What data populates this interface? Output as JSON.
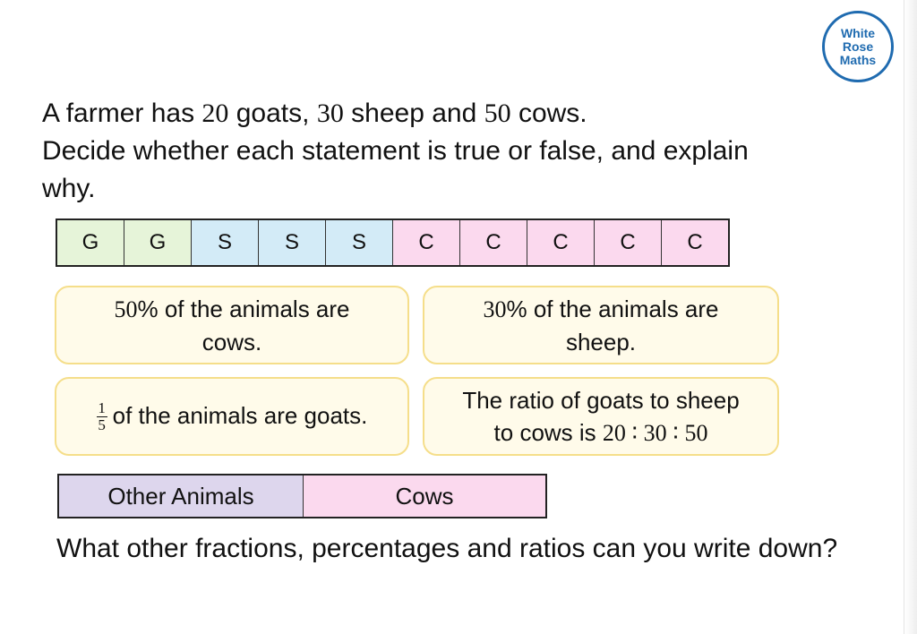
{
  "logo": {
    "line1": "White",
    "line2": "Rose",
    "line3": "Maths"
  },
  "question": {
    "p1": "A farmer has ",
    "goats": "20",
    "p2": " goats, ",
    "sheep": "30",
    "p3": " sheep and ",
    "cows": "50",
    "p4": " cows.",
    "line2": "Decide whether each statement is true or false, and explain why."
  },
  "bar_model": [
    "G",
    "G",
    "S",
    "S",
    "S",
    "C",
    "C",
    "C",
    "C",
    "C"
  ],
  "statements": {
    "s1": {
      "num": "50",
      "text": "% of the animals are cows."
    },
    "s2": {
      "num": "30",
      "text": "% of the animals are sheep."
    },
    "s3": {
      "numerator": "1",
      "denominator": "5",
      "text": "of the animals are goats."
    },
    "s4": {
      "line1": "The ratio of goats to sheep",
      "line2_prefix": "to cows is ",
      "ratio": "20 ∶ 30 ∶ 50"
    }
  },
  "ratio_bar": {
    "other": "Other Animals",
    "cows": "Cows"
  },
  "followup": "What other fractions, percentages and ratios can you write down?",
  "colors": {
    "goat": "#e6f4d9",
    "sheep": "#d3ebf7",
    "cow": "#fbd9ee",
    "other": "#ddd6ed",
    "card": "#fffbea",
    "card_border": "#f5de8a",
    "logo": "#1f6bb0"
  }
}
